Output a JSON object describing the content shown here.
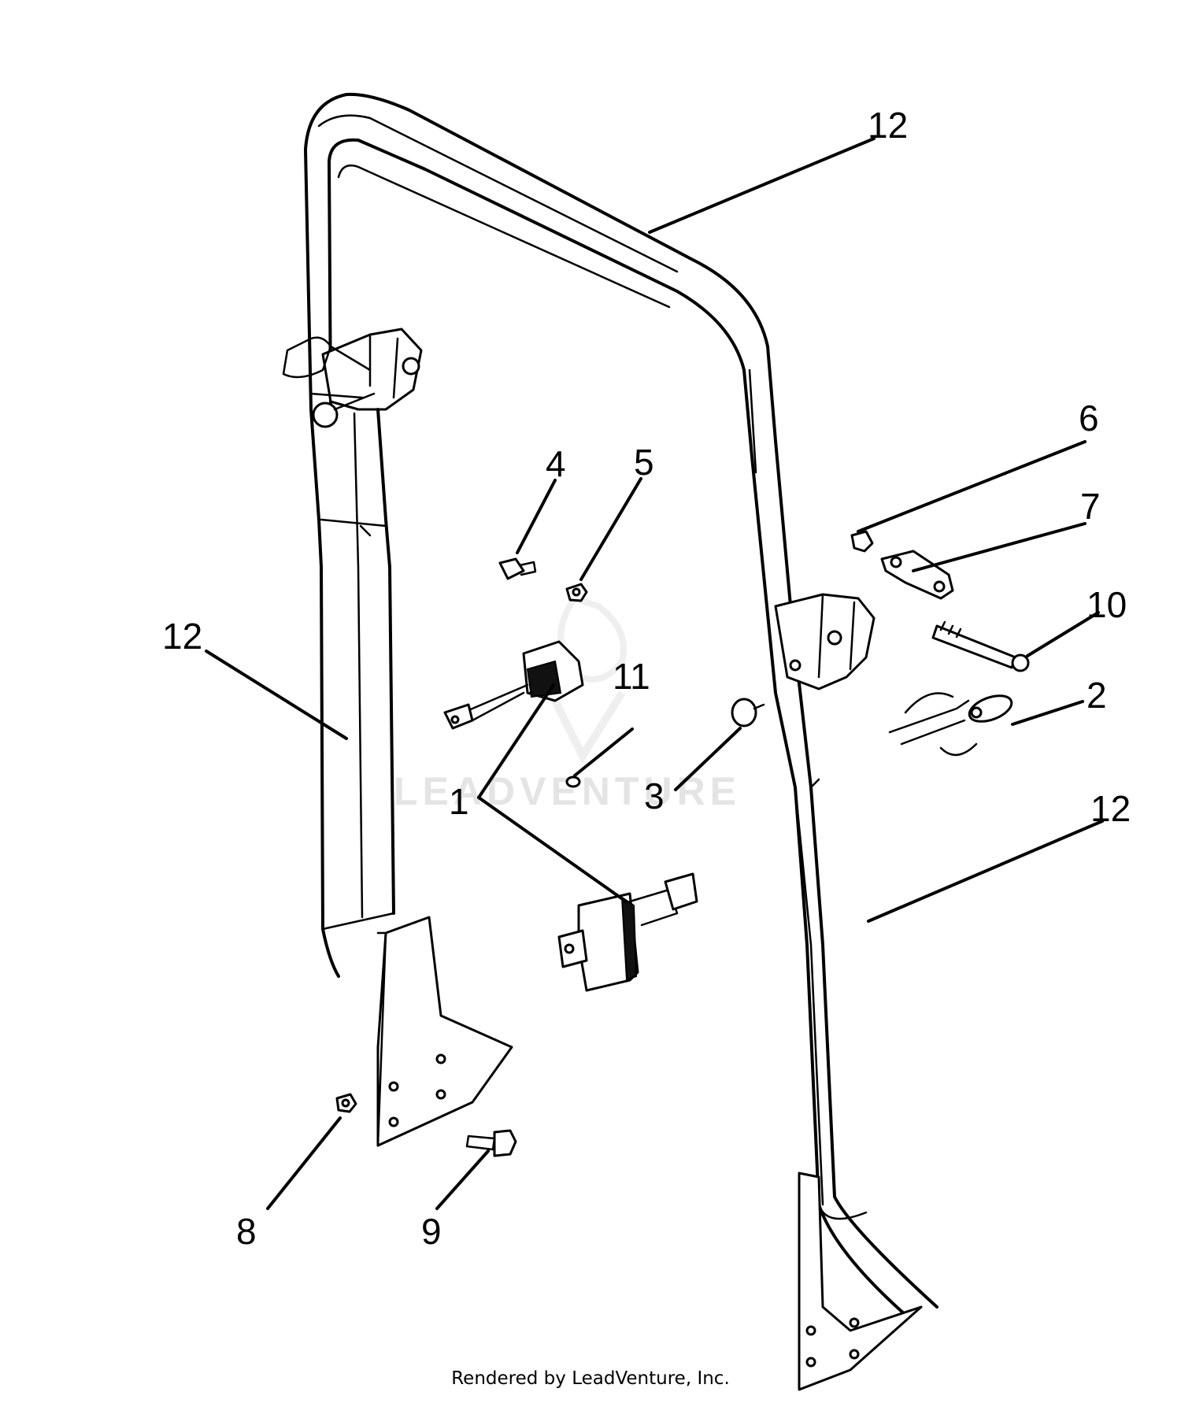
{
  "callouts": {
    "c12_top": "12",
    "c12_left": "12",
    "c12_right": "12",
    "c1": "1",
    "c2": "2",
    "c3": "3",
    "c4": "4",
    "c5": "5",
    "c6": "6",
    "c7": "7",
    "c8": "8",
    "c9": "9",
    "c10": "10",
    "c11": "11"
  },
  "watermark": "LEADVENTURE",
  "footer": "Rendered by LeadVenture, Inc."
}
